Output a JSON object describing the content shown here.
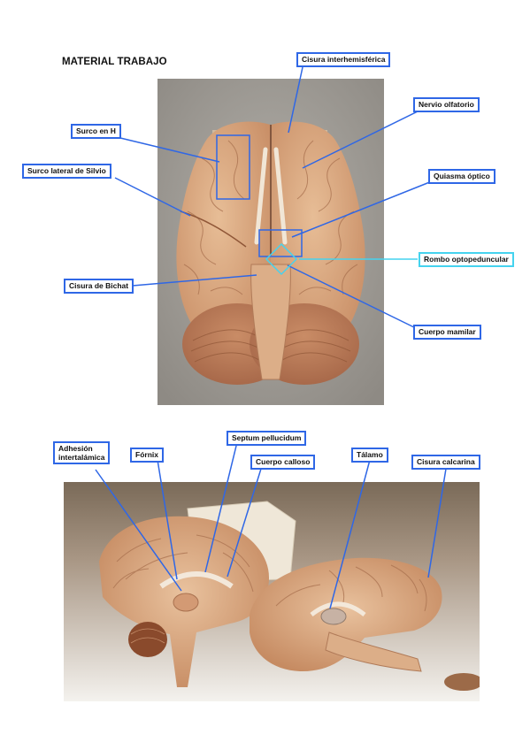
{
  "page": {
    "title": "MATERIAL TRABAJO"
  },
  "figure1": {
    "labels": {
      "cisura_interhemisferica": "Cisura interhemisférica",
      "nervio_olfatorio": "Nervio olfatorio",
      "surco_en_h": "Surco en H",
      "surco_lateral_silvio": "Surco lateral de Silvio",
      "quiasma_optico": "Quiasma óptico",
      "rombo_optopeduncular": "Rombo optopeduncular",
      "cisura_bichat": "Cisura de Bichat",
      "cuerpo_mamilar": "Cuerpo mamilar"
    }
  },
  "figure2": {
    "labels": {
      "adhesion_line1": "Adhesión",
      "adhesion_line2": "intertalámica",
      "fornix": "Fórnix",
      "septum_pellucidum": "Septum pellucidum",
      "cuerpo_calloso": "Cuerpo calloso",
      "talamo": "Tálamo",
      "cisura_calcarina": "Cisura calcarina"
    }
  },
  "colors": {
    "label_border": "#2f67e6",
    "pointer_blue": "#2f67e6",
    "pointer_cyan": "#45d3ef",
    "brain_tissue": "#d9a67f",
    "photo1_background": "#9c9994",
    "photo2_background": "#8a7a68"
  }
}
